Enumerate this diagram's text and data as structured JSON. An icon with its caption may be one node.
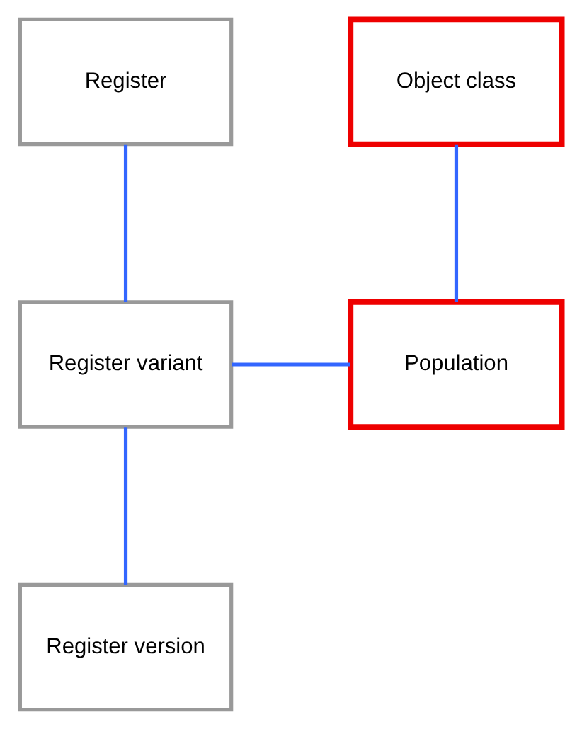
{
  "diagram": {
    "nodes": [
      {
        "text": [
          "Register"
        ]
      },
      {
        "text": [
          "Object class"
        ]
      },
      {
        "text": [
          "Register variant"
        ]
      },
      {
        "text": [
          "Population"
        ]
      },
      {
        "text": [
          "Register version"
        ]
      }
    ],
    "edges": [
      {
        "from": 0,
        "to": 2,
        "arrow": "none"
      },
      {
        "from": 1,
        "to": 3,
        "arrow": "none"
      },
      {
        "from": 2,
        "to": 3,
        "arrow": "none"
      },
      {
        "from": 2,
        "to": 4,
        "arrow": "none"
      }
    ]
  }
}
